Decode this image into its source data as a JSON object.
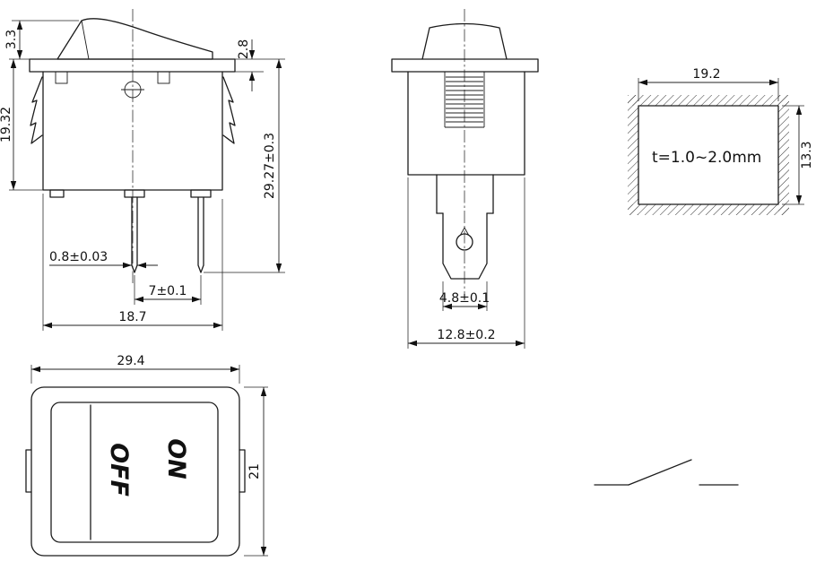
{
  "front_view": {
    "dim_rocker_height": "3.3",
    "dim_body_height": "19.32",
    "dim_flange_thickness": "2.8",
    "dim_total_height": "29.27±0.3",
    "dim_pin_thickness": "0.8±0.03",
    "dim_pin_pitch": "7±0.1",
    "dim_body_width": "18.7"
  },
  "side_view": {
    "dim_terminal_width": "4.8±0.1",
    "dim_body_depth": "12.8±0.2"
  },
  "panel_cutout": {
    "dim_width": "19.2",
    "dim_height": "13.3",
    "thickness_note": "t=1.0~2.0mm"
  },
  "top_view": {
    "dim_width": "29.4",
    "dim_height": "21",
    "label_on": "ON",
    "label_off": "OFF"
  }
}
